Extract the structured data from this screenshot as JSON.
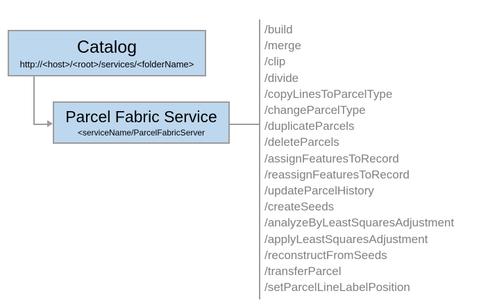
{
  "diagram": {
    "nodes": [
      {
        "id": "catalog",
        "title": "Catalog",
        "subtitle": "http://<host>/<root>/services/<folderName>"
      },
      {
        "id": "parcel-fabric-service",
        "title": "Parcel Fabric Service",
        "subtitle": "<serviceName/ParcelFabricServer"
      }
    ],
    "operations": [
      "/build",
      "/merge",
      "/clip",
      "/divide",
      "/copyLinesToParcelType",
      "/changeParcelType",
      "/duplicateParcels",
      "/deleteParcels",
      "/assignFeaturesToRecord",
      "/reassignFeaturesToRecord",
      "/updateParcelHistory",
      "/createSeeds",
      "/analyzeByLeastSquaresAdjustment",
      "/applyLeastSquaresAdjustment",
      "/reconstructFromSeeds",
      "/transferParcel",
      "/setParcelLineLabelPosition"
    ],
    "colors": {
      "node_fill": "#bdd7ee",
      "node_border": "#9c9c9c",
      "connector": "#9c9c9c",
      "operation_text": "#808080",
      "node_text": "#000000",
      "background": "#ffffff"
    }
  }
}
